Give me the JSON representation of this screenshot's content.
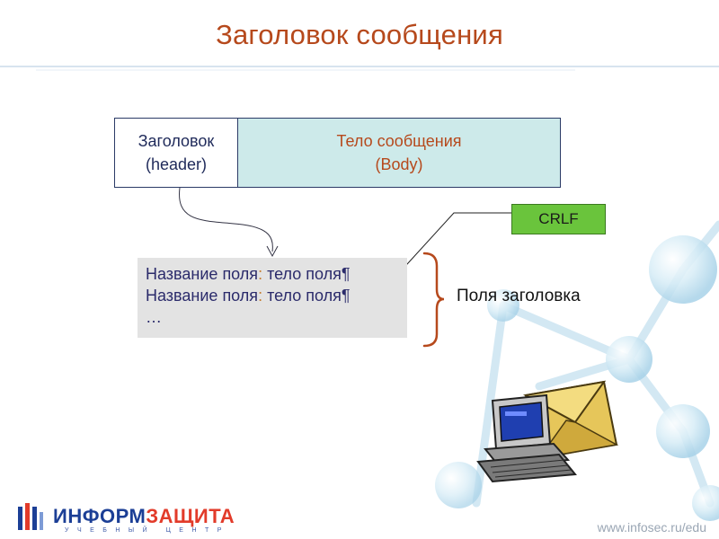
{
  "slide": {
    "title": "Заголовок сообщения"
  },
  "message": {
    "header_line1": "Заголовок",
    "header_line2": "(header)",
    "body_line1": "Тело сообщения",
    "body_line2": "(Body)"
  },
  "crlf": {
    "label": "CRLF"
  },
  "fields": {
    "lines": [
      {
        "name": "Название поля",
        "sep": ":",
        "value": " тело поля¶"
      },
      {
        "name": "Название поля",
        "sep": ":",
        "value": " тело поля¶"
      }
    ],
    "ellipsis": "…",
    "group_label": "Поля заголовка"
  },
  "footer": {
    "logo_part1": "ИНФОРМ",
    "logo_part2": "ЗАЩИТА",
    "logo_sub": "УЧЕБНЫЙ ЦЕНТР",
    "url": "www.infosec.ru/edu"
  },
  "colors": {
    "title": "#b6491c",
    "body_fill": "#cdeaea",
    "crlf_fill": "#6ac43c",
    "fields_fill": "#e3e3e3",
    "brace": "#b6491c"
  }
}
